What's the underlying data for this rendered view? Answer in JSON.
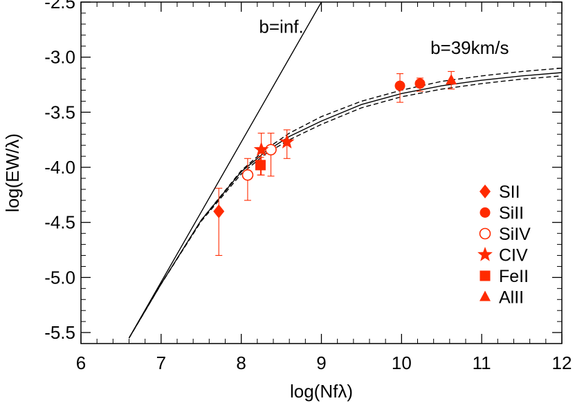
{
  "chart_data": {
    "type": "scatter",
    "xlabel": "log(Nfλ)",
    "ylabel": "log(EW/λ)",
    "xlim": [
      6,
      12
    ],
    "ylim": [
      -5.6,
      -2.5
    ],
    "xticks": [
      6,
      7,
      8,
      9,
      10,
      11,
      12
    ],
    "yticks": [
      -2.5,
      -3.0,
      -3.5,
      -4.0,
      -4.5,
      -5.0,
      -5.5
    ],
    "xtick_labels": [
      "6",
      "7",
      "8",
      "9",
      "10",
      "11",
      "12"
    ],
    "ytick_labels": [
      "-2.5",
      "-3.0",
      "-3.5",
      "-4.0",
      "-4.5",
      "-5.0",
      "-5.5"
    ],
    "marker_color": "#ff2a00",
    "line_color": "#000000",
    "annotations": [
      {
        "text": "b=inf.",
        "x": 8.5,
        "y": -2.78
      },
      {
        "text": "b=39km/s",
        "x": 10.85,
        "y": -2.97
      }
    ],
    "curves": [
      {
        "style": "solid",
        "points": [
          [
            6.6,
            -5.55
          ],
          [
            9.0,
            -2.5
          ]
        ]
      },
      {
        "style": "solid",
        "points": [
          [
            6.6,
            -5.55
          ],
          [
            7.0,
            -5.06
          ],
          [
            7.5,
            -4.48
          ],
          [
            8.0,
            -4.04
          ],
          [
            8.3,
            -3.86
          ],
          [
            8.6,
            -3.72
          ],
          [
            9.0,
            -3.58
          ],
          [
            9.5,
            -3.43
          ],
          [
            10.0,
            -3.33
          ],
          [
            10.5,
            -3.26
          ],
          [
            11.0,
            -3.21
          ],
          [
            11.5,
            -3.17
          ],
          [
            12.0,
            -3.14
          ]
        ]
      },
      {
        "style": "dashed",
        "points": [
          [
            6.6,
            -5.55
          ],
          [
            7.0,
            -5.06
          ],
          [
            7.5,
            -4.48
          ],
          [
            8.0,
            -4.03
          ],
          [
            8.3,
            -3.84
          ],
          [
            8.6,
            -3.69
          ],
          [
            9.0,
            -3.54
          ],
          [
            9.5,
            -3.4
          ],
          [
            10.0,
            -3.3
          ],
          [
            10.5,
            -3.22
          ],
          [
            11.0,
            -3.17
          ],
          [
            11.5,
            -3.13
          ],
          [
            12.0,
            -3.1
          ]
        ]
      },
      {
        "style": "dashed",
        "points": [
          [
            6.6,
            -5.55
          ],
          [
            7.0,
            -5.06
          ],
          [
            7.5,
            -4.49
          ],
          [
            8.0,
            -4.06
          ],
          [
            8.3,
            -3.88
          ],
          [
            8.6,
            -3.75
          ],
          [
            9.0,
            -3.61
          ],
          [
            9.5,
            -3.46
          ],
          [
            10.0,
            -3.36
          ],
          [
            10.5,
            -3.29
          ],
          [
            11.0,
            -3.24
          ],
          [
            11.5,
            -3.2
          ],
          [
            12.0,
            -3.17
          ]
        ]
      }
    ],
    "series": [
      {
        "name": "SII",
        "marker": "diamond",
        "points": [
          {
            "x": 7.72,
            "y": -4.4,
            "err_lo": 0.4,
            "err_hi": 0.21
          }
        ]
      },
      {
        "name": "SiII",
        "marker": "circle",
        "points": [
          {
            "x": 9.98,
            "y": -3.26,
            "err_lo": 0.15,
            "err_hi": 0.11
          },
          {
            "x": 10.23,
            "y": -3.24,
            "err_lo": 0.07,
            "err_hi": 0.05
          }
        ]
      },
      {
        "name": "SiIV",
        "marker": "circle-open",
        "points": [
          {
            "x": 8.08,
            "y": -4.07,
            "err_lo": 0.23,
            "err_hi": 0.15
          },
          {
            "x": 8.37,
            "y": -3.84,
            "err_lo": 0.24,
            "err_hi": 0.15
          }
        ]
      },
      {
        "name": "CIV",
        "marker": "star",
        "points": [
          {
            "x": 8.25,
            "y": -3.84,
            "err_lo": 0.23,
            "err_hi": 0.15
          },
          {
            "x": 8.57,
            "y": -3.77,
            "err_lo": 0.15,
            "err_hi": 0.11
          }
        ]
      },
      {
        "name": "FeII",
        "marker": "square",
        "points": [
          {
            "x": 8.24,
            "y": -3.98,
            "err_lo": 0.09,
            "err_hi": 0.07
          }
        ]
      },
      {
        "name": "AlII",
        "marker": "triangle",
        "points": [
          {
            "x": 10.62,
            "y": -3.21,
            "err_lo": 0.08,
            "err_hi": 0.08
          }
        ]
      }
    ],
    "legend": {
      "placement": "bottom-right",
      "entries": [
        "SII",
        "SiII",
        "SiIV",
        "CIV",
        "FeII",
        "AlII"
      ]
    }
  }
}
